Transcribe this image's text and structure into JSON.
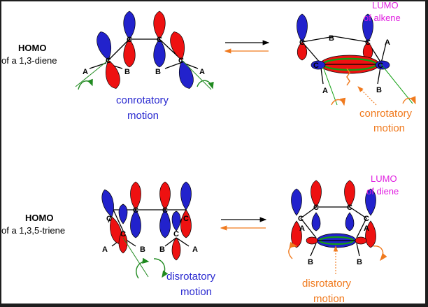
{
  "top": {
    "homo_title": "HOMO",
    "homo_sub": "of a 1,3-diene",
    "carbon": "C",
    "sub_a": "A",
    "sub_b": "B",
    "motion_word": "conrotatory",
    "motion_noun": "motion",
    "lumo_title": "LUMO",
    "lumo_sub": "of alkene",
    "product_motion_word": "conrotatory",
    "product_motion_noun": "motion"
  },
  "bottom": {
    "homo_title": "HOMO",
    "homo_sub": "of a 1,3,5-triene",
    "carbon": "C",
    "sub_a": "A",
    "sub_b": "B",
    "motion_word": "disrotatory",
    "motion_noun": "motion",
    "lumo_title": "LUMO",
    "lumo_sub": "of diene",
    "product_motion_word": "disrotatory",
    "product_motion_noun": "motion"
  },
  "colors": {
    "phase_red": "#ee1111",
    "phase_blue": "#2222cc",
    "label_blue": "#2a2ad0",
    "label_orange": "#f07a1e",
    "label_magenta": "#e020e0",
    "bond_green": "#12a012",
    "rotation_green": "#208a20",
    "forward_arrow": "#000000",
    "reverse_arrow": "#f07a1e"
  },
  "icons": [
    "forward-arrow-icon",
    "reverse-arrow-icon",
    "rotation-arrow-icon",
    "interaction-squiggle-icon"
  ]
}
